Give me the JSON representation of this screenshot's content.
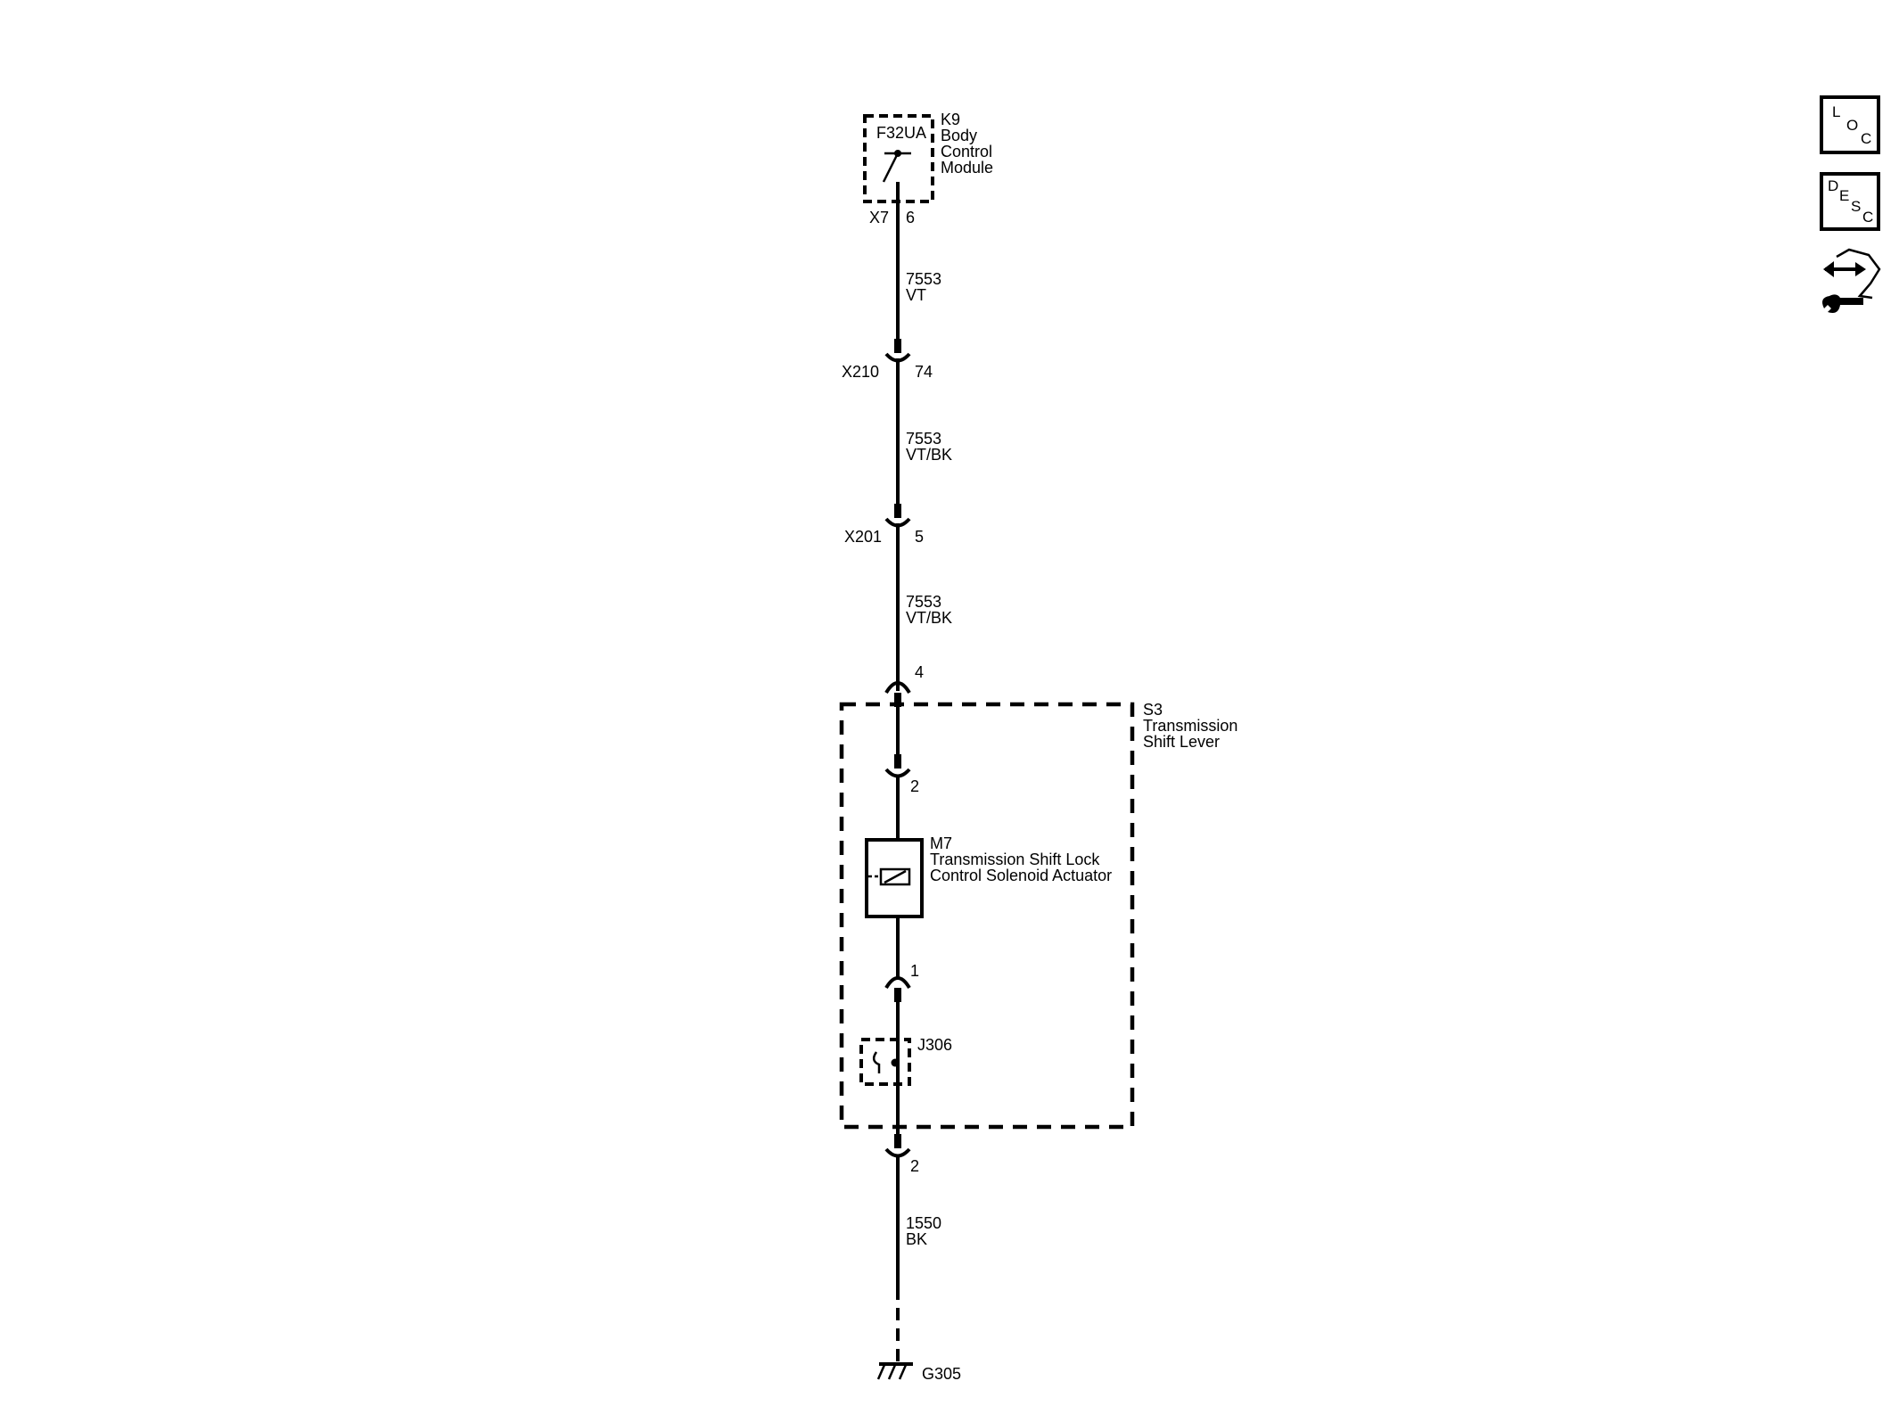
{
  "module": {
    "fuse": "F32UA",
    "ref": "K9",
    "name_lines": [
      "Body",
      "Control",
      "Module"
    ],
    "connector": "X7",
    "pin": "6"
  },
  "wires": [
    {
      "circuit": "7553",
      "color": "VT"
    },
    {
      "circuit": "7553",
      "color": "VT/BK"
    },
    {
      "circuit": "7553",
      "color": "VT/BK"
    },
    {
      "circuit": "1550",
      "color": "BK"
    }
  ],
  "connectors": [
    {
      "name": "X210",
      "pin": "74"
    },
    {
      "name": "X201",
      "pin": "5"
    },
    {
      "name": "",
      "pin": "4"
    },
    {
      "name": "",
      "pin": "2"
    },
    {
      "name": "",
      "pin": "1"
    },
    {
      "name": "",
      "pin": "2"
    }
  ],
  "shift_lever": {
    "ref": "S3",
    "name_lines": [
      "Transmission",
      "Shift Lever"
    ]
  },
  "solenoid": {
    "ref": "M7",
    "name_lines": [
      "Transmission Shift Lock",
      "Control Solenoid Actuator"
    ]
  },
  "splice": {
    "ref": "J306"
  },
  "ground": {
    "ref": "G305"
  },
  "side_icons": [
    {
      "name": "loc-icon",
      "letters": [
        "L",
        "O",
        "C"
      ]
    },
    {
      "name": "desc-icon",
      "letters": [
        "D",
        "E",
        "S",
        "C"
      ]
    },
    {
      "name": "connector-repair-icon",
      "letters": []
    }
  ]
}
